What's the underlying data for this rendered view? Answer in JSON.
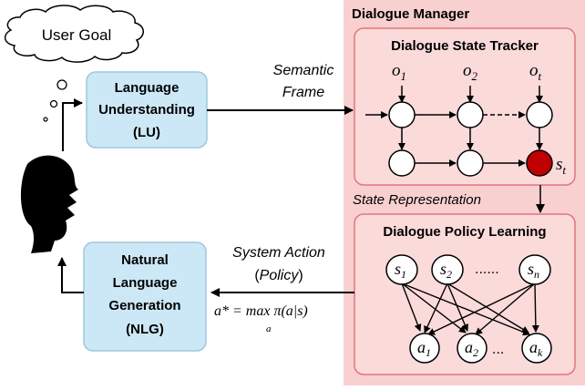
{
  "user_goal": "User Goal",
  "lu": {
    "line1": "Language",
    "line2": "Understanding",
    "line3": "(LU)"
  },
  "nlg": {
    "line1": "Natural",
    "line2": "Language",
    "line3": "Generation",
    "line4": "(NLG)"
  },
  "semantic_frame": {
    "line1": "Semantic",
    "line2": "Frame"
  },
  "system_action": {
    "line1": "System Action",
    "line2_pre": "(",
    "line2_italic": "Policy",
    "line2_post": ")"
  },
  "policy_formula": "a* = max π(a|s)",
  "policy_formula_sub": "a",
  "dialogue_manager": "Dialogue Manager",
  "dst": {
    "title": "Dialogue State Tracker",
    "obs_labels": [
      "o",
      "o",
      "o"
    ],
    "obs_subs": [
      "1",
      "2",
      "t"
    ],
    "state_label": "s",
    "state_sub": "t"
  },
  "state_representation": "State Representation",
  "dpl": {
    "title": "Dialogue Policy Learning",
    "state_labels": [
      "s",
      "s",
      "s"
    ],
    "state_subs": [
      "1",
      "2",
      "n"
    ],
    "state_ellipsis": "......",
    "action_labels": [
      "a",
      "a",
      "a"
    ],
    "action_subs": [
      "1",
      "2",
      "k"
    ],
    "action_ellipsis": "..."
  },
  "colors": {
    "manager_bg": "#f9d0d0",
    "panel_bg": "#fbdada",
    "panel_border": "#e2757c",
    "module_bg": "#cce8f6",
    "module_border": "#9fc7de",
    "state_node": "#c00000"
  },
  "icons": [
    "thought-cloud-icon",
    "human-head-icon"
  ]
}
